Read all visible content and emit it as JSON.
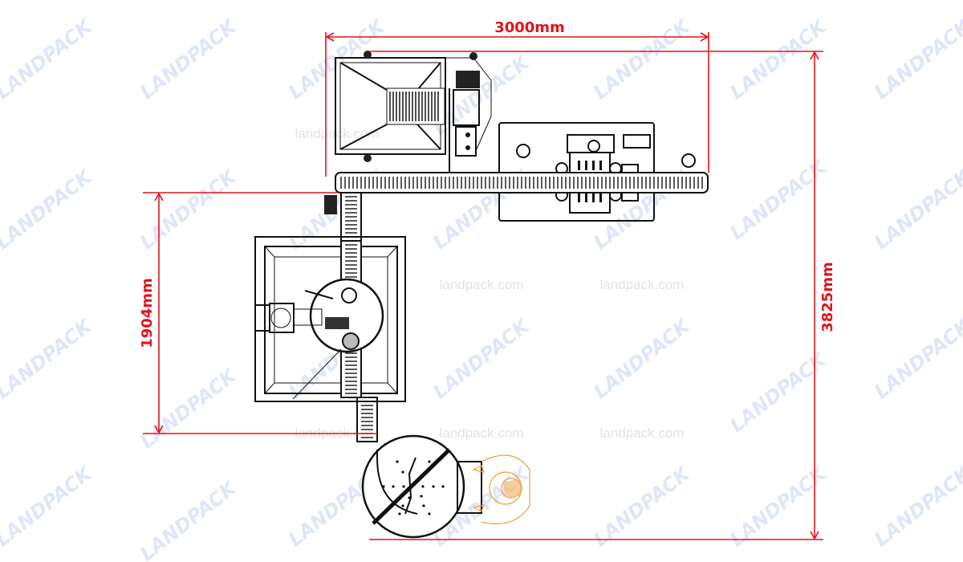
{
  "watermark": {
    "logo_text": "LANDPACK",
    "url_text": "landpack.com",
    "logo_color": "#dfe6f7"
  },
  "dimensions": {
    "width": "3000mm",
    "depth": "3825mm",
    "branch_length": "1904mm",
    "color": "#e1141c"
  }
}
